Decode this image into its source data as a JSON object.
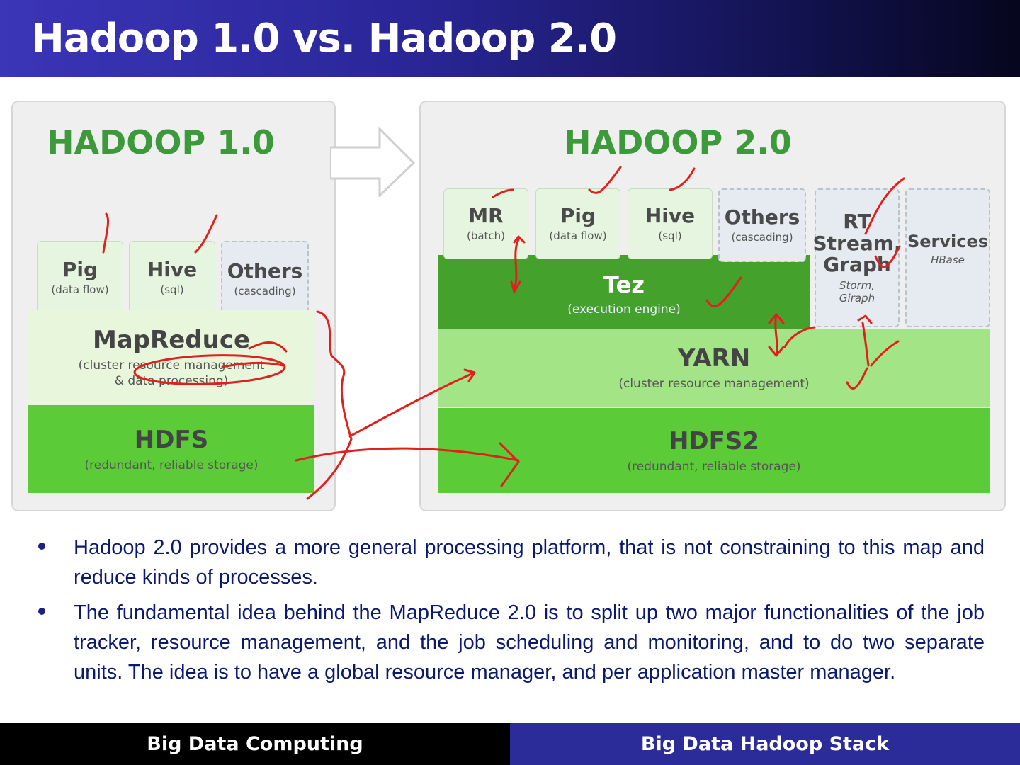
{
  "slide": {
    "title": "Hadoop 1.0 vs. Hadoop 2.0"
  },
  "hadoop1": {
    "title": "HADOOP 1.0",
    "apps": [
      {
        "name": "Pig",
        "sub": "(data flow)"
      },
      {
        "name": "Hive",
        "sub": "(sql)"
      },
      {
        "name": "Others",
        "sub": "(cascading)"
      }
    ],
    "mapreduce": {
      "name": "MapReduce",
      "sub1": "(cluster resource management",
      "sub2": "& data processing)"
    },
    "hdfs": {
      "name": "HDFS",
      "sub": "(redundant, reliable storage)"
    }
  },
  "hadoop2": {
    "title": "HADOOP 2.0",
    "apps": [
      {
        "name": "MR",
        "sub": "(batch)"
      },
      {
        "name": "Pig",
        "sub": "(data flow)"
      },
      {
        "name": "Hive",
        "sub": "(sql)"
      },
      {
        "name": "Others",
        "sub": "(cascading)"
      }
    ],
    "rt": {
      "l1": "RT",
      "l2": "Stream,",
      "l3": "Graph",
      "s1": "Storm,",
      "s2": "Giraph"
    },
    "services": {
      "name": "Services",
      "sub": "HBase"
    },
    "tez": {
      "name": "Tez",
      "sub": "(execution engine)"
    },
    "yarn": {
      "name": "YARN",
      "sub": "(cluster resource management)"
    },
    "hdfs2": {
      "name": "HDFS2",
      "sub": "(redundant, reliable storage)"
    }
  },
  "bullets": [
    "Hadoop 2.0 provides a more general processing platform, that is not constraining to this map and reduce kinds of processes.",
    "The fundamental idea behind the MapReduce 2.0 is to split up two major functionalities of the job tracker, resource management, and the job scheduling and monitoring, and to do two separate units. The idea is to have a global resource manager, and per application master manager."
  ],
  "footer": {
    "left": "Big Data Computing",
    "right": "Big Data Hadoop Stack"
  },
  "colors": {
    "annotation": "#e0201c",
    "title_green": "#3d9a3a",
    "hdfs_green": "#5bcc37",
    "tez_green": "#44a22c",
    "yarn_green": "#a3e486"
  }
}
